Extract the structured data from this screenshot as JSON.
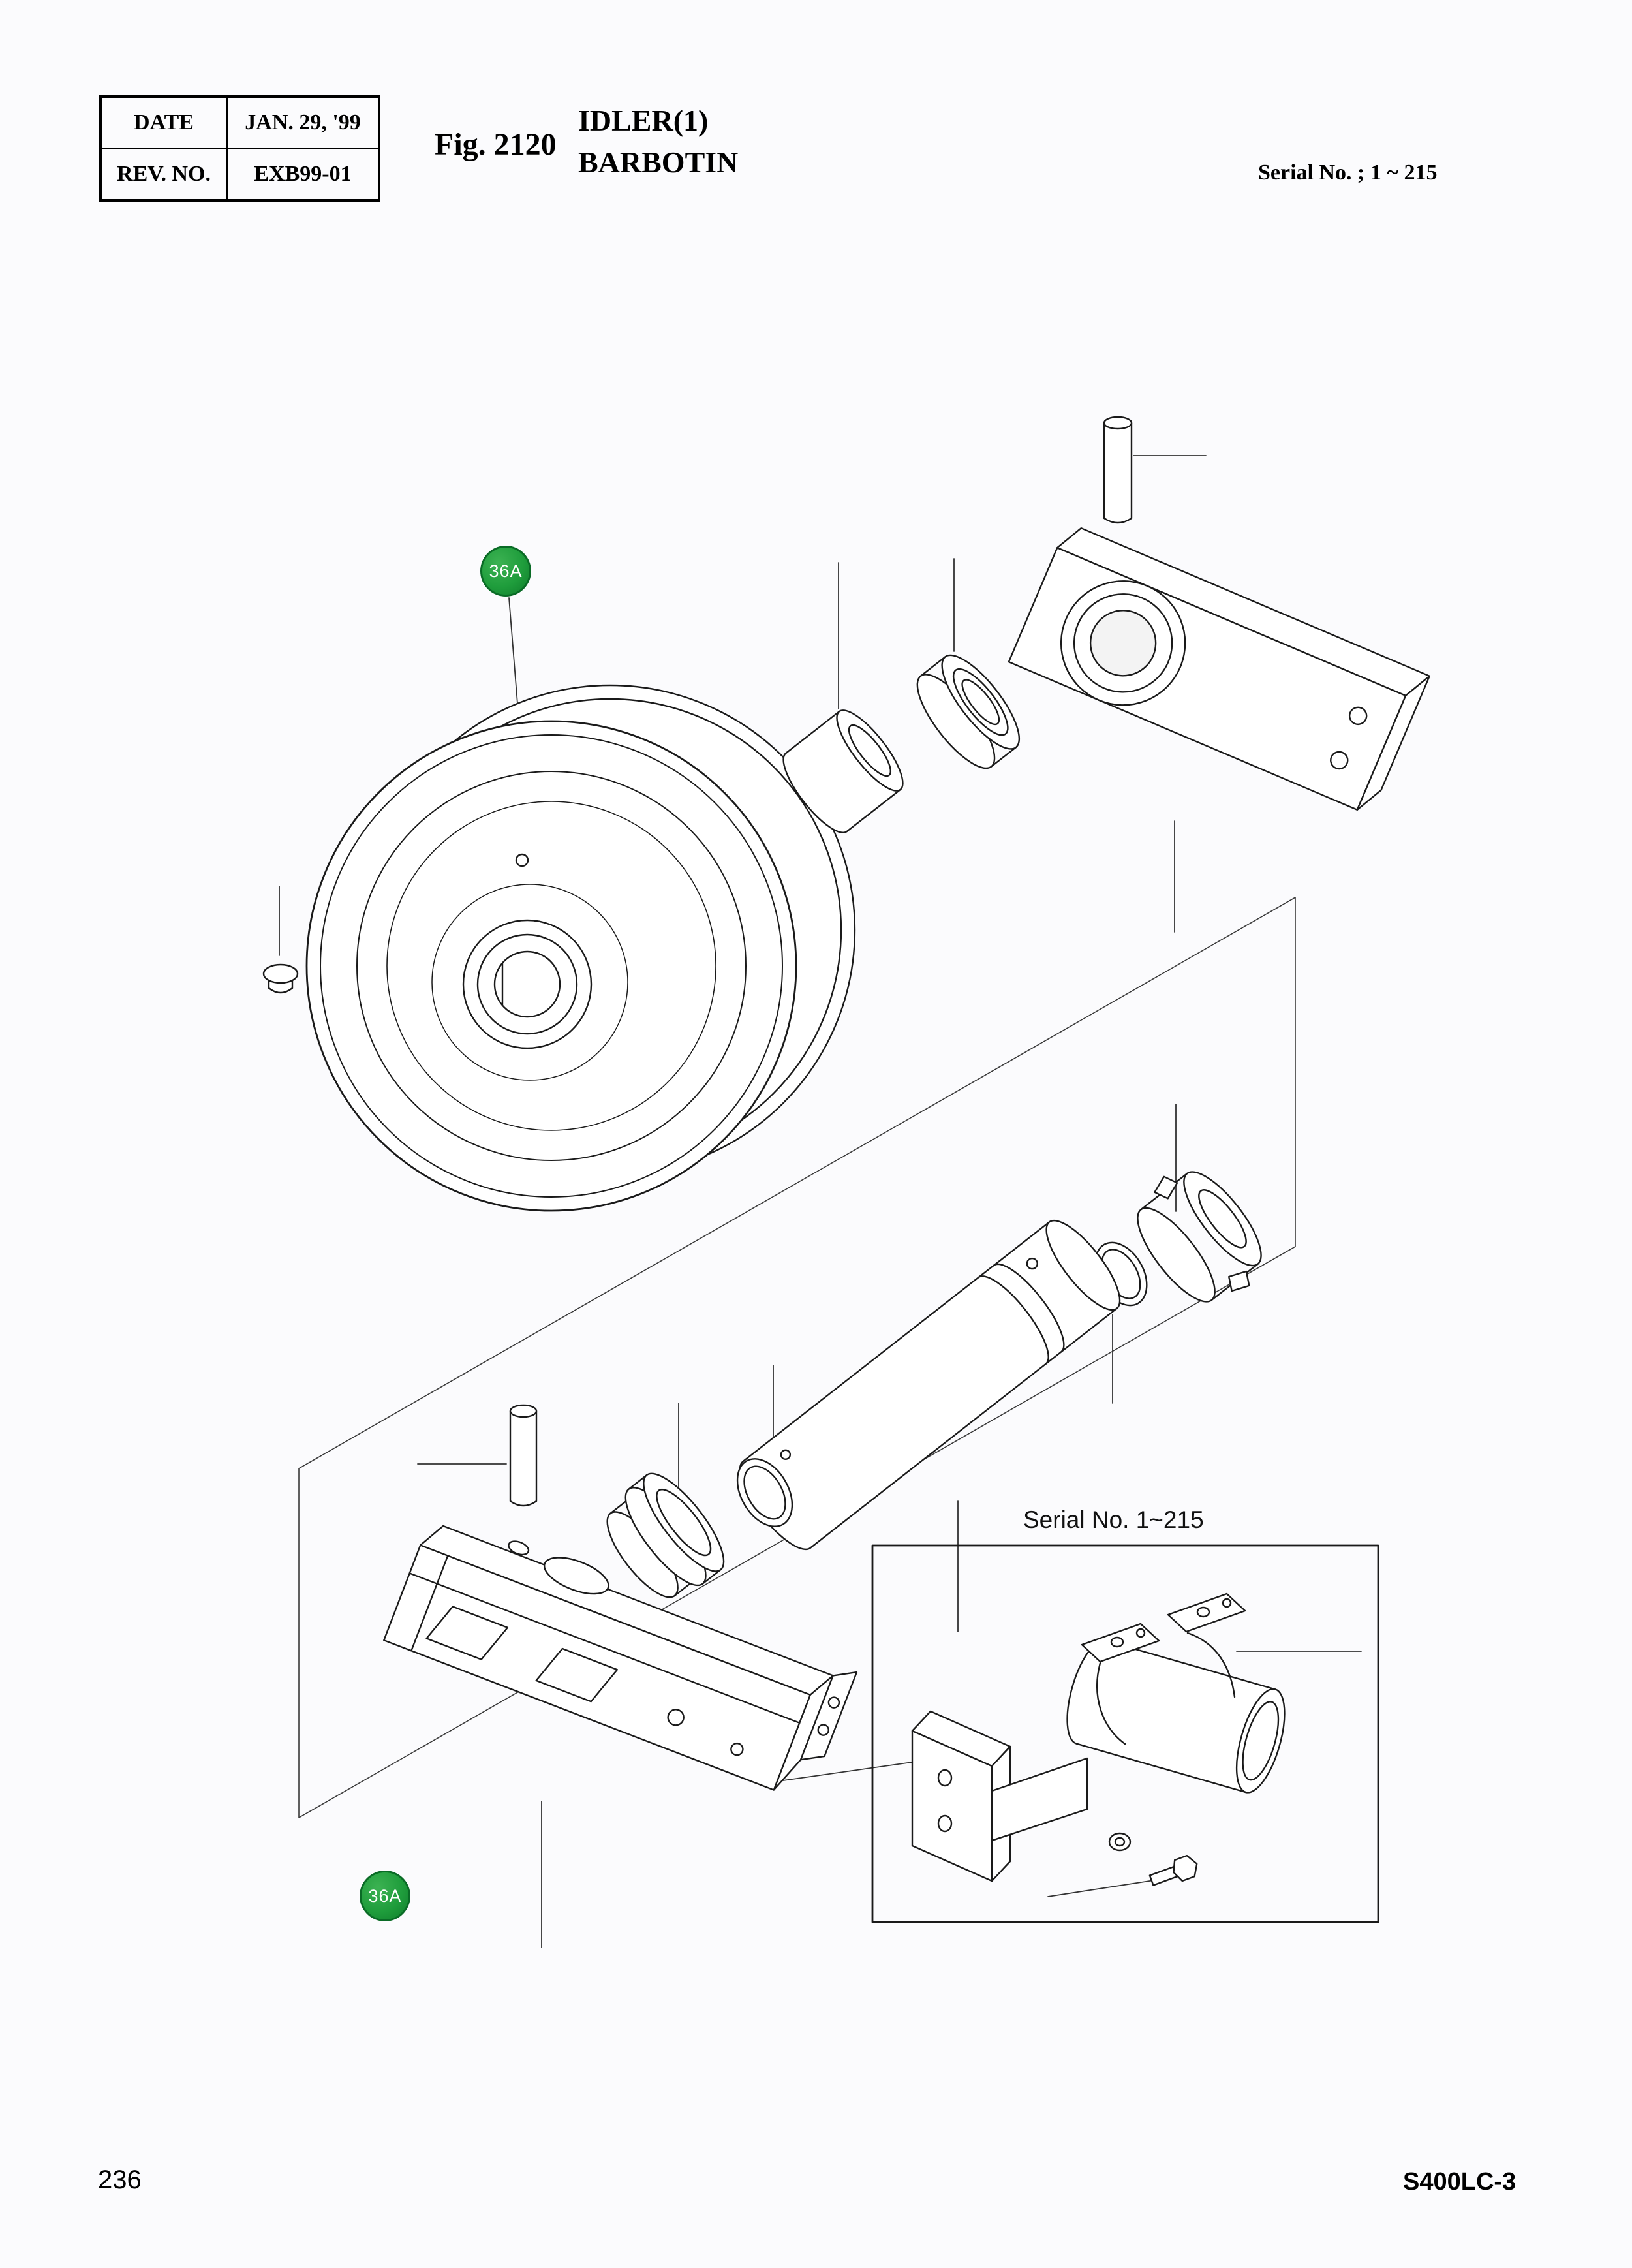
{
  "header": {
    "info_table": {
      "rows": [
        {
          "label": "DATE",
          "value": "JAN. 29, '99"
        },
        {
          "label": "REV. NO.",
          "value": "EXB99-01"
        }
      ]
    },
    "figure_no": "Fig. 2120",
    "title_line1": "IDLER(1)",
    "title_line2": "BARBOTIN",
    "serial_note": "Serial No. ; 1 ~ 215"
  },
  "diagram": {
    "callouts": [
      {
        "label": "36A"
      },
      {
        "label": "36A"
      }
    ],
    "inset_label": "Serial No.  1~215",
    "colors": {
      "callout_green": "#1f9d3c",
      "line_black": "#1a1a1a"
    }
  },
  "footer": {
    "page_number": "236",
    "model_code": "S400LC-3"
  }
}
